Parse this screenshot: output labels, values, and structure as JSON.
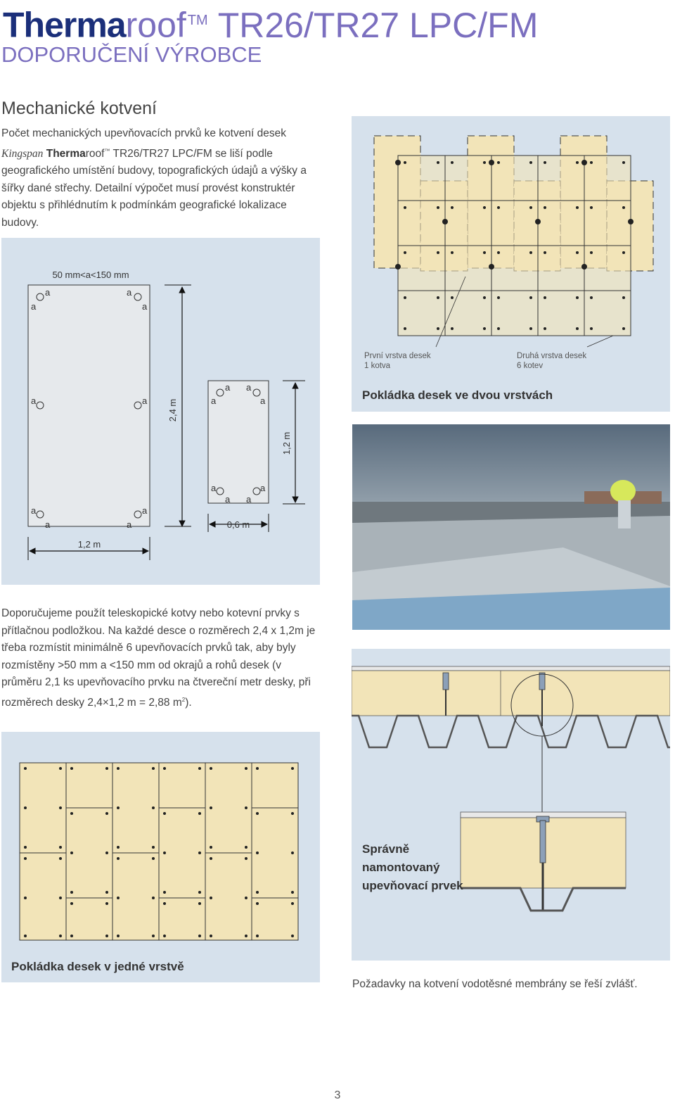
{
  "header": {
    "brand_bold": "Therma",
    "brand_light": "roof",
    "trademark": "TM",
    "product": "TR26/TR27 LPC/FM",
    "subtitle": "DOPORUČENÍ VÝROBCE"
  },
  "section": {
    "heading": "Mechanické kotvení",
    "intro_1": "Počet mechanických upevňovacích prvků ke kotvení desek",
    "intro_kingspan": "Kingspan",
    "intro_brand_bold": "Therma",
    "intro_brand_light": "roof",
    "intro_tm": "™",
    "intro_product": " TR26/TR27 LPC/FM se liší podle",
    "intro_2": "geografického umístění budovy, topografických údajů a výšky a šířky dané střechy. Detailní výpočet musí provést konstruktér objektu s přihlédnutím k podmínkám geografické lokalizace budovy."
  },
  "panel_diagram": {
    "range_label": "50 mm<a<150 mm",
    "dim_24": "2,4 m",
    "dim_12_vertical": "1,2 m",
    "dim_12_horizontal": "1,2 m",
    "dim_06": "0,6 m",
    "anchor_letter": "a"
  },
  "two_layer": {
    "first_layer_line1": "První vrstva desek",
    "first_layer_line2": "1 kotva",
    "second_layer_line1": "Druhá vrstva desek",
    "second_layer_line2": "6 kotev",
    "caption": "Pokládka desek ve dvou vrstvách"
  },
  "recommendation": {
    "text": "Doporučujeme použít teleskopické kotvy nebo kotevní prvky s přítlačnou podložkou. Na každé desce o rozměrech 2,4 x 1,2m je třeba rozmístit minimálně 6 upevňovacích prvků tak, aby byly rozmístěny >50 mm a <150 mm od okrajů a rohů desek (v průměru 2,1 ks upevňovacího prvku na čtvereční metr desky, při rozměrech desky 2,4×1,2 m = 2,88 m",
    "superscript": "2",
    "text_end": ")."
  },
  "single_layer": {
    "caption": "Pokládka desek v jedné vrstvě"
  },
  "fastener": {
    "caption_line1": "Správně",
    "caption_line2": "namontovaný",
    "caption_line3": "upevňovací prvek"
  },
  "footer_note": "Požadavky na kotvení vodotěsné membrány se řeší zvlášť.",
  "page_number": "3",
  "colors": {
    "brand_blue": "#1b2f7a",
    "brand_purple": "#7b6fbf",
    "panel_bg": "#d6e1ec",
    "board_fill": "#f2e4b8"
  }
}
